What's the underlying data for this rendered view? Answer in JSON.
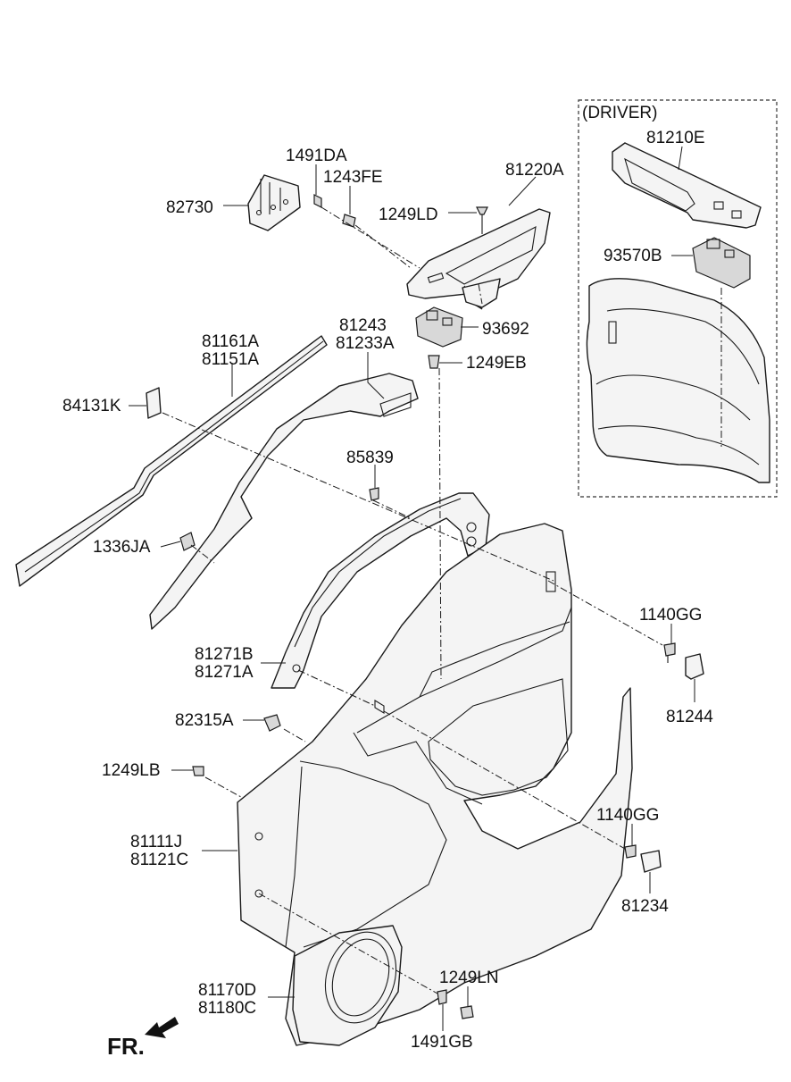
{
  "inset": {
    "title": "(DRIVER)"
  },
  "labels": {
    "l_82730": "82730",
    "l_1491DA": "1491DA",
    "l_1243FE": "1243FE",
    "l_1249LD": "1249LD",
    "l_81220A": "81220A",
    "l_81210E": "81210E",
    "l_93570B": "93570B",
    "l_81243": "81243",
    "l_81233A": "81233A",
    "l_93692": "93692",
    "l_1249EB": "1249EB",
    "l_81161A": "81161A",
    "l_81151A": "81151A",
    "l_84131K": "84131K",
    "l_85839": "85839",
    "l_1336JA": "1336JA",
    "l_1140GG_a": "1140GG",
    "l_81244": "81244",
    "l_81271B": "81271B",
    "l_81271A": "81271A",
    "l_82315A": "82315A",
    "l_1249LB": "1249LB",
    "l_1140GG_b": "1140GG",
    "l_81234": "81234",
    "l_81111J": "81111J",
    "l_81121C": "81121C",
    "l_1249LN": "1249LN",
    "l_81170D": "81170D",
    "l_81180C": "81180C",
    "l_1491GB": "1491GB"
  },
  "direction": {
    "label": "FR."
  }
}
